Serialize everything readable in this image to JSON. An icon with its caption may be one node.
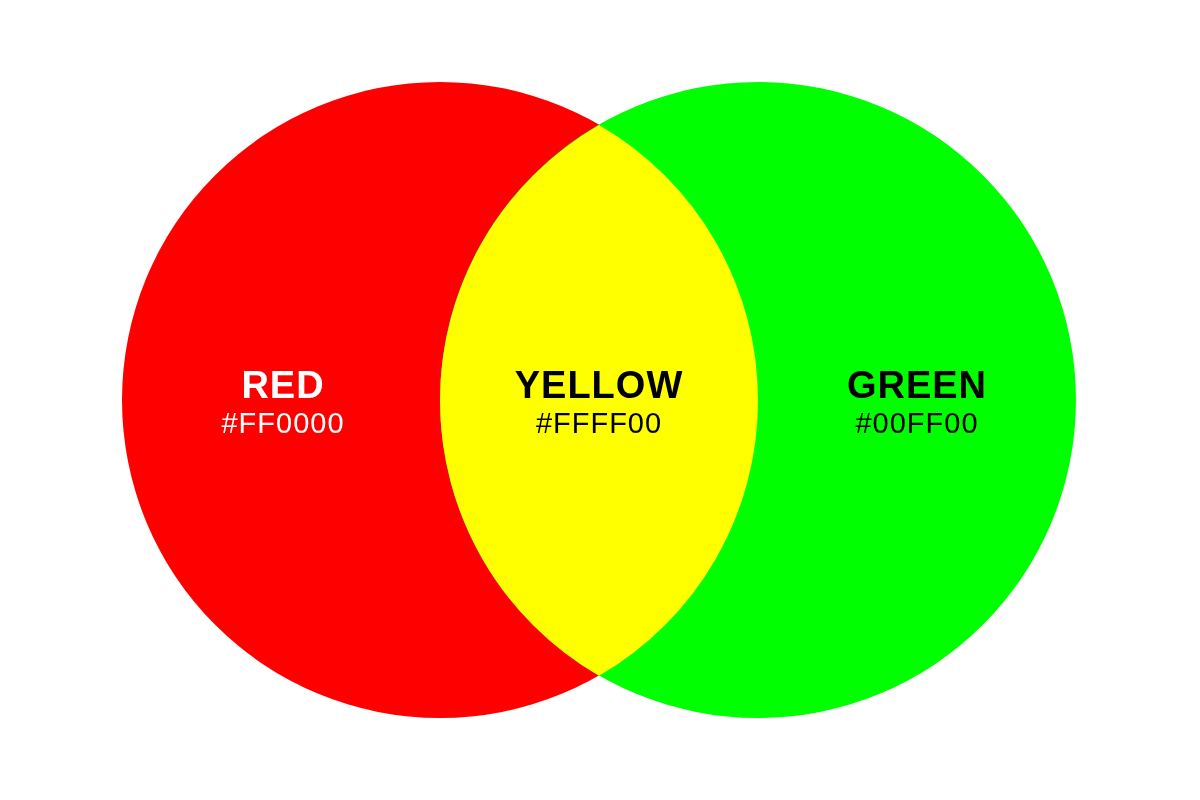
{
  "diagram": {
    "nodes": [
      {
        "text": [
          "RED",
          "#FF0000"
        ]
      },
      {
        "text": [
          "GREEN",
          "#00FF00"
        ]
      },
      {
        "text": [
          "YELLOW",
          "#FFFF00"
        ]
      }
    ],
    "edges": []
  }
}
